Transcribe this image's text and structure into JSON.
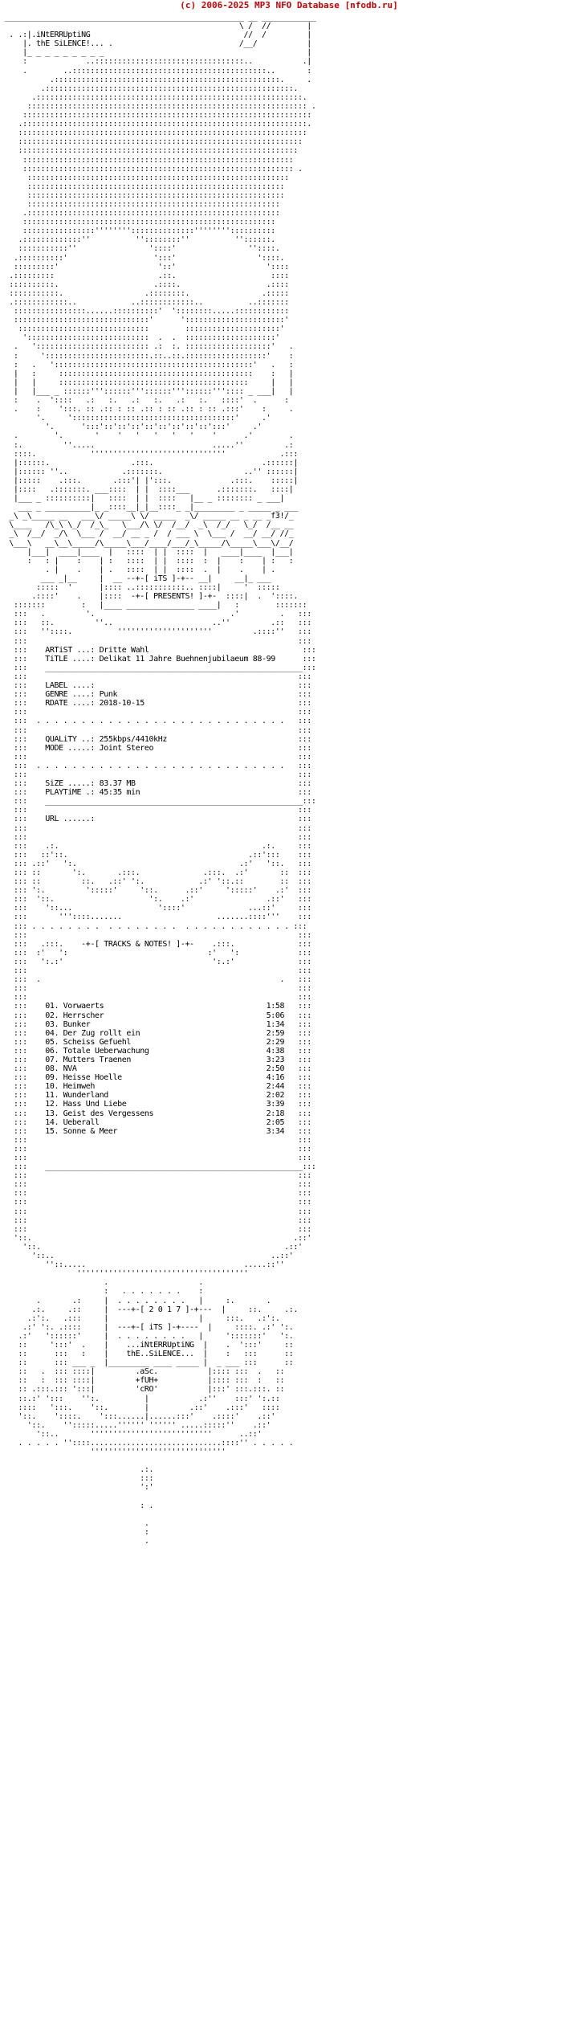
{
  "banner": "(c) 2006-2025 MP3 NFO Database [nfodb.ru]",
  "colors": {
    "banner": "#cc0000",
    "text": "#000000",
    "background": "#ffffff"
  },
  "nfo_lines": [
    " _____________________________________________________ __ ____________",
    "                                                     \\ /  //        |",
    "  . .:|.iNtERRUptiNG                                  //  /         |",
    "     |. thE SiLENCE!... .                            /__/           |",
    "     |_ _ _ _ _ _ _ _ _                                             |",
    "     :             ..:::::::::::::::::::::::::::::::::..           .|",
    "     .        ..:::::::::::::::::::::::::::::::::::::::::::..       :",
    "           .::::::::::::::::::::::::::::::::::::::::::::::::::.     .",
    "         .:::::::::::::::::::::::::::::::::::::::::::::::::::::::. ",
    "       .:::::::::::::::::::::::::::::::::::::::::::::::::::::::::::. ",
    "      :::::::::::::::::::::::::::::::::::::::::::::::::::::::::::::: .",
    "     ::::::::::::::::::::::::::::::::::::::::::::::::::::::::::::::::",
    "    .:::::::::::::::::::::::::::::::::::::::::::::::::::::::::::::::.",
    "    ::::::::::::::::::::::::::::::::::::::::::::::::::::::::::::::::",
    "    ::::::::::::::::::::::::::::::::::::::::::::::::::::::::::::::: ",
    "    :::::::::::::::::::::::::::::::::::::::::::::::::::::::::::::: ",
    "     ::::::::::::::::::::::::::::::::::::::::::::::::::::::::::::  ",
    "     :::::::::::::::::::::::::::::::::::::::::::::::::::::::::::: .",
    "      ::::::::::::::::::::::::::::::::::::::::::::::::::::::::::",
    "      :::::::::::::::::::::::::::::::::::::::::::::::::::::::::",
    "      :::::::::::::::::::::::::::::::::::::::::::::::::::::::::",
    "      ::::::::::::::::::::::::::::::::::::::::::::::::::::::::",
    "     .::::::::::::::::::::::::::::::::::::::::::::::::::::::::",
    "     ::::::::::::::::::::::::::::::::::::::::::::::::::::::::",
    "     ::::::::::::::::''''''''::::::::::::::''''''''::::::::::",
    "    .:::::::::::::''          ''::::::::''          ''::::::.",
    "    :::::::::::''                '::::'                ''::::.",
    "   .::::::::::'                   ':::'                  '::::.",
    "   :::::::::'                      '::'                    '::::",
    "  .:::::::::                       .::.                     ::::",
    "  ::::::::::.                     .::::.                   .::::",
    "  :::::::::::.                  .::::::::.                .:::::",
    "  .::::::::::::..            ..::::::::::::..          ..:::::::",
    "   ::::::::::::::::......::::::::::'  '::::::::.....::::::::::::",
    "   ::::::::::::::::::::::::::::::'      '::::::::::::::::::::::'",
    "    :::::::::::::::::::::::::::::        :::::::::::::::::::::' ",
    "     ':::::::::::::::::::::::::::  .  .  ::::::::::::::::::::'  ",
    "   .   '::::::::::::::::::::::::: .:  :. :::::::::::::::::::'   .",
    "   :     ':::::::::::::::::::::::.::..::.::::::::::::::::::'    :",
    "   :   .   '::::::::::::::::::::::::::::::::::::::::::::'   .   :",
    "   |   :     :::::::::::::::::::::::::::::::::::::::::::    :   |",
    "   |   |     ::::::::::::::::::::::::::::::::::::::::::     |   |",
    "   |   |___ _ ::::::'''::::::'''::::::'''::::::''':::: _ ___|   |",
    "   :    .  '::::   .:   :.   .:   :.   .:   :.   ::::'  .      :",
    "   .    :    ':::. :: .:: : :: .:: : :: .:: : :: .:::'    :     .",
    "        '.     '::::::::::::::::::::::::::::::::::::'     .'",
    "          '.      ':::'::'::'::'::'::'::'::'::':::'     .'",
    "   .        '.       '    '   '   '   '   '    '      .'        .",
    "   :.         ''.....                          .....''         .:",
    "   ::::.            ''''''''''''''''''''''''''''''            .:::",
    "   |::::::.                  .:::.                        .::::::|",
    "   |:::::: ''..            .:::::::.                  ..'' ::::::|",
    "   |:::::    .:::.       .:::'| |':::.             .:::.    :::::|",
    "   |::::   .:::::::. ___::::  | |  ::::___      .:::::::.   ::::|",
    "   |___ _ ::::::::::|   ::::  | |  ::::   |__ _ :::::::: _ ___|",
    "    ___ _ __________|_ _::::__|_|__::::_ _|_________ _ _____ _ ___",
    "  _\\ _\\_____ __   ___\\/ _____\\ \\/ _____  _\\/ _____ __ _ __ _f3!/_",
    "  \\____   /\\_\\ \\_/  /_\\_   \\___/\\ \\/  /__/  _\\  /_/   \\_/  /__ __",
    "  _\\  /__/  _/\\  \\___ /  __/ __ _ /  / ___ \\  \\___ /  __/ __/ //_",
    "  \\___\\   __\\__\\_____/\\_____\\___/____/___/_\\_____/\\_____\\___\\/__/",
    "      |___|  ____|____  |   ::::  | |  ::::  |   ____|____  |___|",
    "      :   : |    :    | :   ::::  | |  ::::  :  |    :    | :   :",
    "          . |    .    | .   ::::  | |  ::::  .  |    .    | .",
    "         ___ _|__     |  __ --+-[ iTS ]-+-- __|     __|_ ___",
    "        :::::  '      |:::: ..:::::::::::.. ::::|     '  :::::",
    "       .::::'    .    |::::  -+-[ PRESENTS! ]-+-  ::::|  .  '::::.",
    "   :::::::        :   |____ _______________ ____|   :        :::::::",
    "   :::   .         '.                              .'         .   :::",
    "   :::   ::.         ''..                      ..''         .::   :::",
    "   :::   ''::::.          '''''''''''''''''''''         .::::''   :::",
    "   :::                                                            :::",
    "   :::    ARTiST ...: Dritte Wahl                                  :::",
    "   :::    TiTLE ....: Delikat 11 Jahre Buehnenjubilaeum 88-99      :::",
    "   :::    _________________________________________________________:::",
    "   :::                                                            :::",
    "   :::    LABEL ....:                                             :::",
    "   :::    GENRE ....: Punk                                        :::",
    "   :::    RDATE ....: 2018-10-15                                  :::",
    "   :::                                                            :::",
    "   :::  . . . . . . . . . . . . . . . . . . . . . . . . . . . .   :::",
    "   :::                                                            :::",
    "   :::    QUALiTY ..: 255kbps/4410kHz                             :::",
    "   :::    MODE .....: Joint Stereo                                :::",
    "   :::                                                            :::",
    "   :::  . . . . . . . . . . . . . . . . . . . . . . . . . . . .   :::",
    "   :::                                                            :::",
    "   :::    SiZE .....: 83.37 MB                                    :::",
    "   :::    PLAYTiME .: 45:35 min                                   :::",
    "   :::    _________________________________________________________:::",
    "   :::                                                            :::",
    "   :::    URL ......:                                             :::",
    "   :::                                                            :::",
    "   :::                                                            :::",
    "   :::    .:.                                             .:.     :::",
    "   :::   ::'::.                                        .::':::    :::",
    "   ::: .::'   ':.                                    .:'   '::.   :::",
    "   ::: ::       ':.       .:::.              .:::.  .:'       ::  :::",
    "   ::: ::         ::.   .::' ':.            .:' '::.::        ::  :::",
    "   ::: ':.         ':::::'     '::.      .::'     ':::::'    .:'  :::",
    "   :::  '::.                     ':.    .:'                .::'   :::",
    "   :::    '::...                   '::::'              ...::'     :::",
    "   :::       '''::::.......                     .......::::'''    :::",
    "   ::: . . . . . . . .  . . . . . . . .  . . . . . . . . . . . . :::",
    "   :::                                                            :::",
    "   :::   .:::.    -+-[ TRACKS & NOTES! ]-+-    .:::.              :::",
    "   :::  :'   ':                               :'   ':             :::",
    "   :::   ':.:'                                 ':.:'              :::",
    "   :::                                                            :::",
    "   :::  .                                                     .   :::",
    "   :::                                                            :::",
    "   :::                                                            :::",
    "   :::    01. Vorwaerts                                    1:58   :::",
    "   :::    02. Herrscher                                    5:06   :::",
    "   :::    03. Bunker                                       1:34   :::",
    "   :::    04. Der Zug rollt ein                            2:59   :::",
    "   :::    05. Scheiss Gefuehl                              2:29   :::",
    "   :::    06. Totale Ueberwachung                          4:38   :::",
    "   :::    07. Mutters Traenen                              3:23   :::",
    "   :::    08. NVA                                          2:50   :::",
    "   :::    09. Heisse Hoelle                                4:16   :::",
    "   :::    10. Heimweh                                      2:44   :::",
    "   :::    11. Wunderland                                   2:02   :::",
    "   :::    12. Hass Und Liebe                               3:39   :::",
    "   :::    13. Geist des Vergessens                         2:18   :::",
    "   :::    14. Ueberall                                     2:05   :::",
    "   :::    15. Sonne & Meer                                 3:34   :::",
    "   :::                                                            :::",
    "   :::                                                            :::",
    "   :::                                                            :::",
    "   :::    _________________________________________________________:::",
    "   :::                                                            :::",
    "   :::                                                            :::",
    "   :::                                                            :::",
    "   :::                                                            :::",
    "   :::                                                            :::",
    "   :::                                                            :::",
    "   :::                                                            :::",
    "   '::.                                                          .::'",
    "     '::.                                                      .::'",
    "       '::..                                                ..::'",
    "          ''::.....                                   .....::''",
    "                 ''''''''''''''''''''''''''''''''''''''",
    "                       .                    .",
    "                       :   . . . . . . .    :",
    "        .       .:     |  . . . . . . . .   |     :.       .",
    "       .:.     .::     |  ---+-[ 2 0 1 7 ]-+---  |     ::.     .:.",
    "      .:':.   .:::     |                    |     :::.   .:':.",
    "     .:' ':. .::::     |  ---+-[ iTS ]-+----  |     ::::. .:' ':.",
    "    .:'   '::::::'     |  . . . . . . . .   |     ':::::::'   ':.",
    "    ::     ':::'  .    |    ...iNtERRUptiNG  |    .  ':::'     ::",
    "    ::      :::   :    |    thE..SiLENCE...  |    :   :::      ::",
    "    ::      ::: ___ _  |_________ ____ _____ |  _ ___ :::      ::",
    "    ::   .  ::: ::::|         .aSc.           |:::: :::  .   ::",
    "    ::   :  ::: ::::|         +fUH+           |:::: :::  :   ::",
    "    :: .:::.::: ':::|         'cRO'           |:::' :::.:::. ::",
    "    ::.:' ':::    '':.          |           .:''    :::' ':.::",
    "    ::::   ':::.    '::.        |         .::'    .:::'   ::::",
    "    '::.    '::::.    ':::......|......:::'    .::::'    .::'",
    "      '::.    '':::::.....'''''' '''''' .....:::::''    .::'",
    "        '::..       '''''''''''''''''''''''''''      ..::'",
    "    . . . . . ''::::.............................::::'' . . . . .",
    "                    ''''''''''''''''''''''''''''''",
    "",
    "                               .:.",
    "                               :::",
    "                               ':'",
    "",
    "                               : .",
    "",
    "                                .",
    "                                :",
    "                                ."
  ]
}
